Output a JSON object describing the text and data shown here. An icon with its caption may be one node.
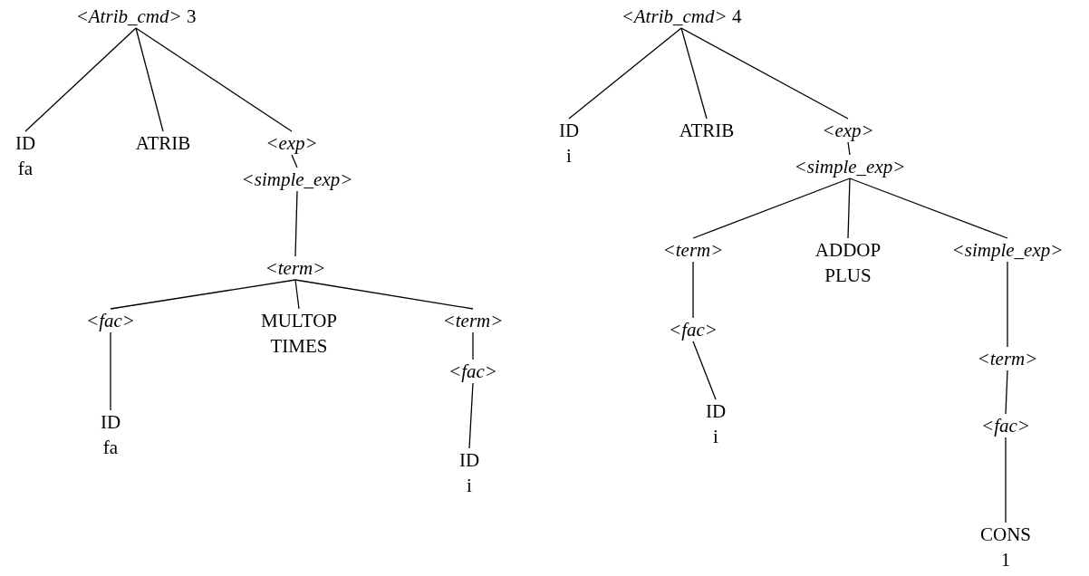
{
  "diagram": {
    "nodes": [
      {
        "text": [
          "*<Atrib_cmd>* 3"
        ]
      },
      {
        "text": [
          "ID",
          "fa"
        ]
      },
      {
        "text": [
          "ATRIB"
        ]
      },
      {
        "text": [
          "*<exp>*"
        ]
      },
      {
        "text": [
          "*<simple_exp>*"
        ]
      },
      {
        "text": [
          "*<term>*"
        ]
      },
      {
        "text": [
          "*<fac>*"
        ]
      },
      {
        "text": [
          "MULTOP",
          "TIMES"
        ]
      },
      {
        "text": [
          "*<term>*"
        ]
      },
      {
        "text": [
          "ID",
          "fa"
        ]
      },
      {
        "text": [
          "*<fac>*"
        ]
      },
      {
        "text": [
          "ID",
          "i"
        ]
      },
      {
        "text": [
          "*<Atrib_cmd>* 4"
        ]
      },
      {
        "text": [
          "ID",
          "i"
        ]
      },
      {
        "text": [
          "ATRIB"
        ]
      },
      {
        "text": [
          "*<exp>*"
        ]
      },
      {
        "text": [
          "*<simple_exp>*"
        ]
      },
      {
        "text": [
          "*<term>*"
        ]
      },
      {
        "text": [
          "ADDOP",
          "PLUS"
        ]
      },
      {
        "text": [
          "*<simple_exp>*"
        ]
      },
      {
        "text": [
          "*<fac>*"
        ]
      },
      {
        "text": [
          "ID",
          "i"
        ]
      },
      {
        "text": [
          "*<term>*"
        ]
      },
      {
        "text": [
          "*<fac>*"
        ]
      },
      {
        "text": [
          "CONS",
          "1"
        ]
      }
    ],
    "edges": [
      {
        "from": 0,
        "to": 1,
        "arrow": "none"
      },
      {
        "from": 0,
        "to": 2,
        "arrow": "none"
      },
      {
        "from": 0,
        "to": 3,
        "arrow": "none"
      },
      {
        "from": 3,
        "to": 4,
        "arrow": "none"
      },
      {
        "from": 4,
        "to": 5,
        "arrow": "none"
      },
      {
        "from": 5,
        "to": 6,
        "arrow": "none"
      },
      {
        "from": 5,
        "to": 7,
        "arrow": "none"
      },
      {
        "from": 5,
        "to": 8,
        "arrow": "none"
      },
      {
        "from": 6,
        "to": 9,
        "arrow": "none"
      },
      {
        "from": 8,
        "to": 10,
        "arrow": "none"
      },
      {
        "from": 10,
        "to": 11,
        "arrow": "none"
      },
      {
        "from": 12,
        "to": 13,
        "arrow": "none"
      },
      {
        "from": 12,
        "to": 14,
        "arrow": "none"
      },
      {
        "from": 12,
        "to": 15,
        "arrow": "none"
      },
      {
        "from": 15,
        "to": 16,
        "arrow": "none"
      },
      {
        "from": 16,
        "to": 17,
        "arrow": "none"
      },
      {
        "from": 16,
        "to": 18,
        "arrow": "none"
      },
      {
        "from": 16,
        "to": 19,
        "arrow": "none"
      },
      {
        "from": 17,
        "to": 20,
        "arrow": "none"
      },
      {
        "from": 20,
        "to": 21,
        "arrow": "none"
      },
      {
        "from": 19,
        "to": 22,
        "arrow": "none"
      },
      {
        "from": 22,
        "to": 23,
        "arrow": "none"
      },
      {
        "from": 23,
        "to": 24,
        "arrow": "none"
      }
    ]
  }
}
